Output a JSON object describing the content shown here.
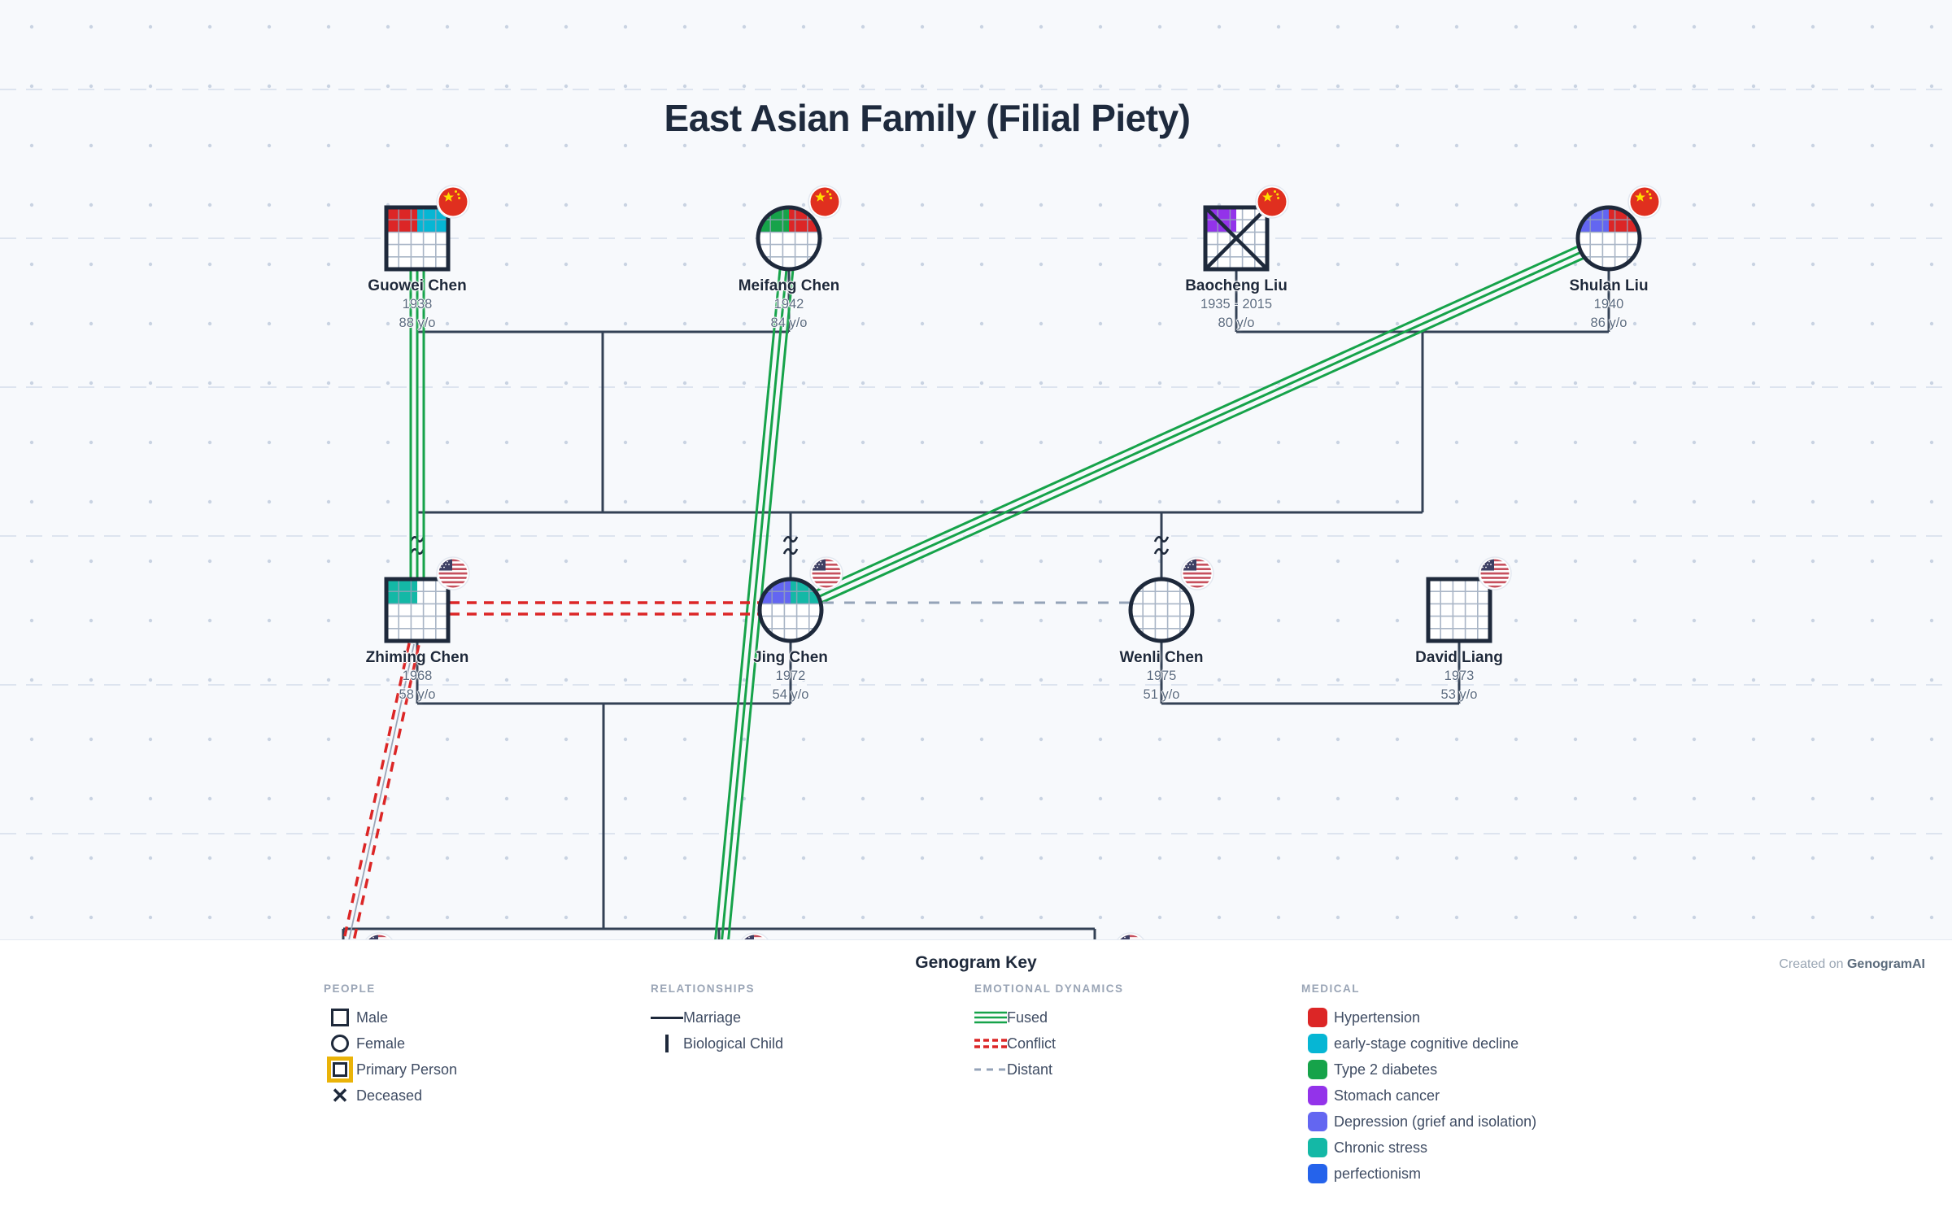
{
  "title": "East Asian Family (Filial Piety)",
  "attribution": {
    "prefix": "Created on ",
    "brand": "GenogramAI"
  },
  "colors": {
    "background": "#f7f9fc",
    "structure_line": "#334155",
    "node_border": "#1e293b",
    "fused": "#16a34a",
    "conflict": "#dc2626",
    "distant": "#94a3b8",
    "primary_person_highlight": "#eab308"
  },
  "people": [
    {
      "name": "Guowei Chen",
      "birth": "1938",
      "age": "88 y/o",
      "gender": "male",
      "flag": "china",
      "deceased": false,
      "conditions": [
        "Hypertension",
        "early-stage cognitive decline"
      ],
      "conditions_colors": [
        "#dc2626",
        "#06b6d4"
      ]
    },
    {
      "name": "Meifang Chen",
      "birth": "1942",
      "age": "84 y/o",
      "gender": "female",
      "flag": "china",
      "deceased": false,
      "conditions": [
        "Type 2 diabetes",
        "Hypertension"
      ],
      "conditions_colors": [
        "#16a34a",
        "#dc2626"
      ]
    },
    {
      "name": "Baocheng Liu",
      "birth": "1935 - 2015",
      "age": "80 y/o",
      "gender": "male",
      "flag": "china",
      "deceased": true,
      "conditions": [
        "Stomach cancer"
      ],
      "conditions_colors": [
        "#9333ea"
      ]
    },
    {
      "name": "Shulan Liu",
      "birth": "1940",
      "age": "86 y/o",
      "gender": "female",
      "flag": "china",
      "deceased": false,
      "conditions": [
        "Depression (grief and isolation)",
        "Hypertension"
      ],
      "conditions_colors": [
        "#6366f1",
        "#dc2626"
      ]
    },
    {
      "name": "Zhiming Chen",
      "birth": "1968",
      "age": "58 y/o",
      "gender": "male",
      "flag": "usa",
      "deceased": false,
      "conditions": [
        "Chronic stress"
      ],
      "conditions_colors": [
        "#14b8a6"
      ]
    },
    {
      "name": "Jing Chen",
      "birth": "1972",
      "age": "54 y/o",
      "gender": "female",
      "flag": "usa",
      "deceased": false,
      "conditions": [
        "Depression (grief and isolation)",
        "Chronic stress"
      ],
      "conditions_colors": [
        "#6366f1",
        "#14b8a6"
      ]
    },
    {
      "name": "Wenli Chen",
      "birth": "1975",
      "age": "51 y/o",
      "gender": "female",
      "flag": "usa",
      "deceased": false,
      "conditions": [],
      "conditions_colors": []
    },
    {
      "name": "David Liang",
      "birth": "1973",
      "age": "53 y/o",
      "gender": "male",
      "flag": "usa",
      "deceased": false,
      "conditions": [],
      "conditions_colors": []
    }
  ],
  "partially_visible_children": [
    {
      "flag": "usa"
    },
    {
      "flag": "usa"
    },
    {
      "flag": "usa"
    }
  ],
  "unions": [
    {
      "partners": [
        "Guowei Chen",
        "Meifang Chen"
      ],
      "children": [
        "Zhiming Chen",
        "Wenli Chen"
      ]
    },
    {
      "partners": [
        "Baocheng Liu",
        "Shulan Liu"
      ],
      "children": [
        "Jing Chen"
      ]
    },
    {
      "partners": [
        "Zhiming Chen",
        "Jing Chen"
      ],
      "children": [
        "3 partially visible children"
      ]
    },
    {
      "partners": [
        "Wenli Chen",
        "David Liang"
      ],
      "children": []
    }
  ],
  "emotional_links": [
    {
      "type": "Fused",
      "between": [
        "Guowei Chen",
        "Zhiming Chen"
      ]
    },
    {
      "type": "Fused",
      "between": [
        "Meifang Chen",
        "grandchild (bottom middle)"
      ]
    },
    {
      "type": "Fused",
      "between": [
        "Shulan Liu",
        "Jing Chen"
      ]
    },
    {
      "type": "Conflict",
      "between": [
        "Zhiming Chen",
        "Jing Chen"
      ]
    },
    {
      "type": "Conflict",
      "between": [
        "Zhiming Chen",
        "child (bottom left)"
      ]
    },
    {
      "type": "Distant",
      "between": [
        "Jing Chen",
        "Wenli Chen"
      ]
    }
  ],
  "key": {
    "title": "Genogram Key",
    "people": {
      "header": "PEOPLE",
      "items": [
        "Male",
        "Female",
        "Primary Person",
        "Deceased"
      ]
    },
    "relationships": {
      "header": "RELATIONSHIPS",
      "items": [
        "Marriage",
        "Biological Child"
      ]
    },
    "emotional": {
      "header": "EMOTIONAL DYNAMICS",
      "items": [
        "Fused",
        "Conflict",
        "Distant"
      ]
    },
    "medical": {
      "header": "MEDICAL",
      "items": [
        {
          "label": "Hypertension",
          "color": "#dc2626"
        },
        {
          "label": "early-stage cognitive decline",
          "color": "#06b6d4"
        },
        {
          "label": "Type 2 diabetes",
          "color": "#16a34a"
        },
        {
          "label": "Stomach cancer",
          "color": "#9333ea"
        },
        {
          "label": "Depression (grief and isolation)",
          "color": "#6366f1"
        },
        {
          "label": "Chronic stress",
          "color": "#14b8a6"
        },
        {
          "label": "perfectionism",
          "color": "#2563eb"
        }
      ]
    }
  }
}
